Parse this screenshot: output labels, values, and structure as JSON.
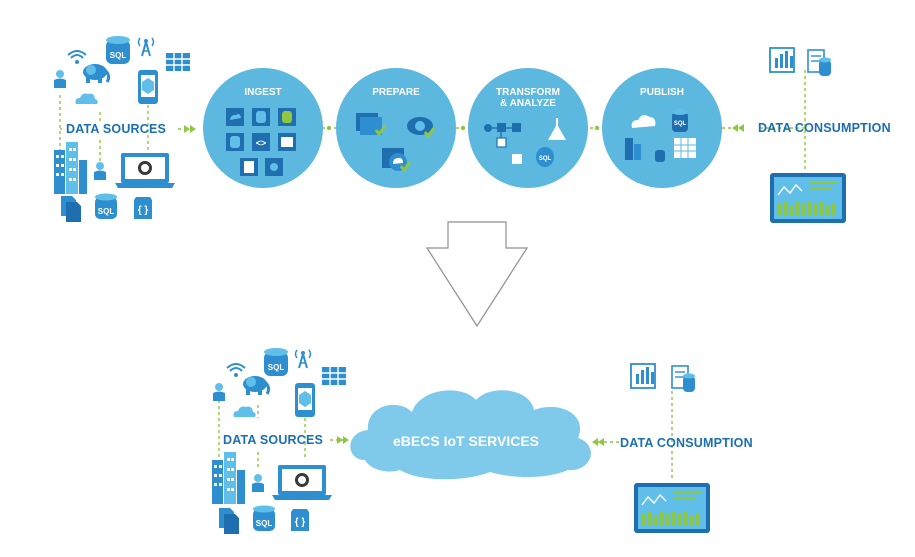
{
  "top": {
    "sources_label": "DATA SOURCES",
    "consumption_label": "DATA CONSUMPTION",
    "stages": [
      {
        "title": "INGEST"
      },
      {
        "title": "PREPARE"
      },
      {
        "title": "TRANSFORM\n& ANALYZE"
      },
      {
        "title": "PUBLISH"
      }
    ],
    "sql_text": "SQL"
  },
  "bottom": {
    "sources_label": "DATA SOURCES",
    "consumption_label": "DATA CONSUMPTION",
    "cloud_label": "eBECS IoT SERVICES",
    "sql_text": "SQL"
  },
  "colors": {
    "stage_circle": "#5cb8de",
    "cloud": "#7fc9ea",
    "label_blue": "#1b6fb5",
    "icon_blue": "#2e8fd0",
    "icon_light": "#5fbfe8",
    "dash_green": "#8fc740",
    "arrow_outline": "#8f8f8f"
  }
}
